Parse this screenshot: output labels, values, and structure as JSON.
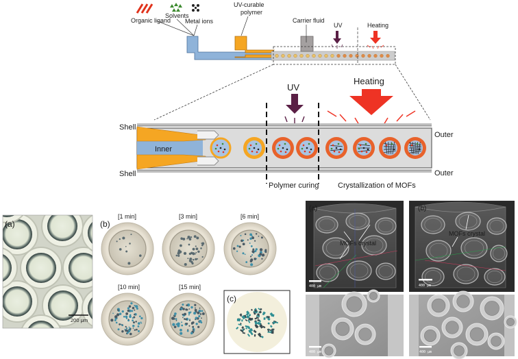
{
  "setup": {
    "organic_ligand": "Organic ligand",
    "solvents": "Solvents",
    "metal_ions": "Metal ions",
    "uv_polymer_line1": "UV-curable",
    "uv_polymer_line2": "polymer",
    "carrier_fluid": "Carrier fluid",
    "uv": "UV",
    "heating": "Heating"
  },
  "channel": {
    "shell_top": "Shell",
    "shell_bottom": "Shell",
    "inner": "Inner",
    "outer_top": "Outer",
    "outer_bottom": "Outer",
    "uv": "UV",
    "heating": "Heating",
    "polymer_curing": "Polymer curing",
    "crystallization": "Crystallization of MOFs"
  },
  "panel_a": {
    "label": "(a)",
    "scale": "200 μm"
  },
  "panel_b": {
    "label": "(b)",
    "times": [
      "[1 min]",
      "[3 min]",
      "[6 min]",
      "[10 min]",
      "[15 min]"
    ]
  },
  "panel_c": {
    "label": "(c)"
  },
  "ct": {
    "a_label": "(a)",
    "b_label": "(b)",
    "crystal_a": "MOFs crystal",
    "crystal_b": "MOFs crystal",
    "scale": "400 μm"
  },
  "colors": {
    "inner_fluid": "#8fb3d9",
    "shell_fluid": "#f5a623",
    "cured_shell": "#e8622b",
    "uv_arrow": "#5a1f45",
    "heat_arrow": "#ee3324"
  }
}
